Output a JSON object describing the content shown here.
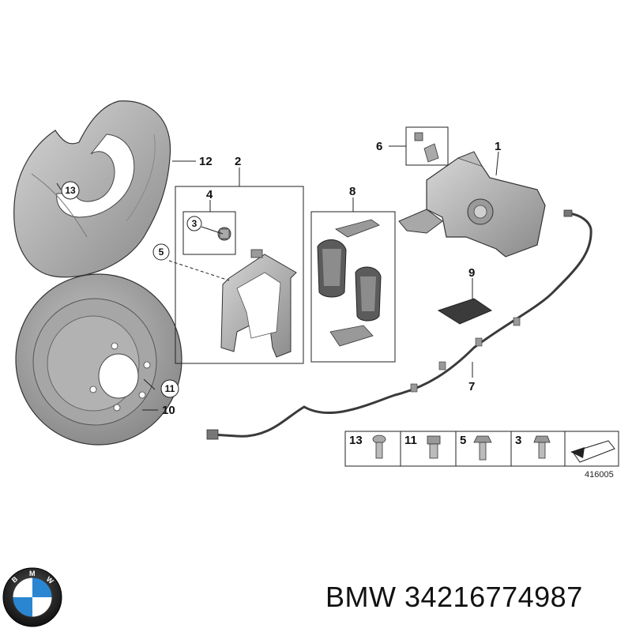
{
  "callouts": {
    "c1": "1",
    "c2": "2",
    "c3": "3",
    "c4": "4",
    "c5": "5",
    "c6": "6",
    "c7": "7",
    "c8": "8",
    "c9": "9",
    "c10": "10",
    "c11": "11",
    "c12": "12",
    "c13": "13"
  },
  "legend": {
    "items": [
      "13",
      "11",
      "5",
      "3"
    ],
    "ref_number": "416005"
  },
  "brand": {
    "logo_letters": [
      "B",
      "M",
      "W"
    ]
  },
  "part": {
    "title": "BMW 34216774987"
  },
  "colors": {
    "part_fill": "#b9b9b9",
    "part_dark": "#8e8e8e",
    "line": "#222222",
    "logo_blue": "#2a86d1"
  }
}
